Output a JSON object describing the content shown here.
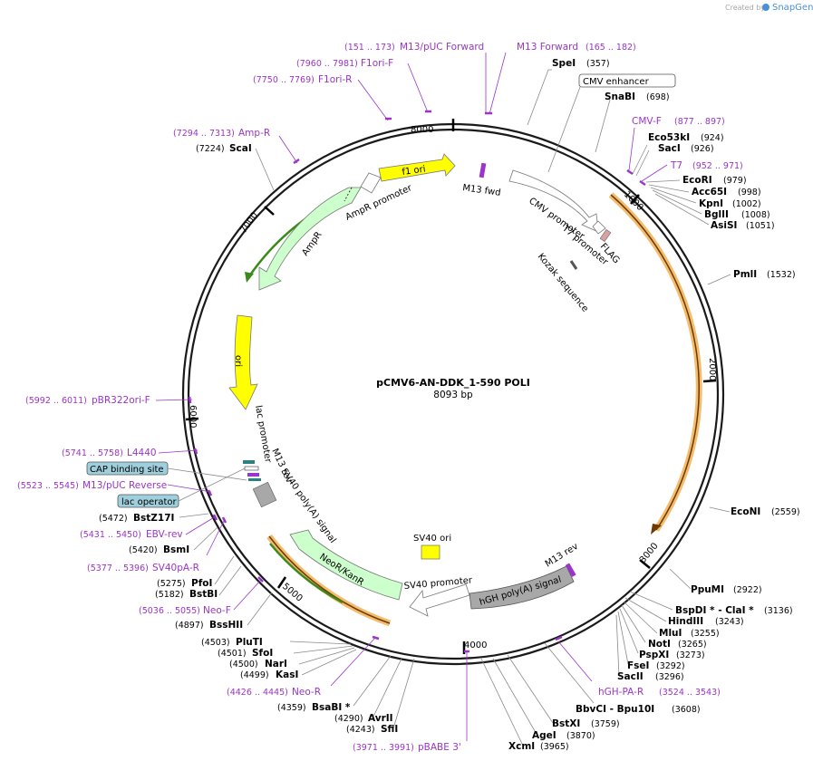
{
  "credit": {
    "created_by": "Created by",
    "brand": "SnapGene"
  },
  "map": {
    "title": "pCMV6-AN-DDK_1-590 POLI",
    "length_label": "8093 bp"
  },
  "ticks": [
    "1000",
    "2000",
    "3000",
    "4000",
    "5000",
    "6000",
    "7000",
    "8000"
  ],
  "features": {
    "cmv_enhancer": "CMV enhancer",
    "cmv_promoter": "CMV promoter",
    "t7_promoter": "T7 promoter",
    "flag": "FLAG",
    "kozak": "Kozak sequence",
    "m13_fwd": "M13 fwd",
    "f1_ori": "f1 ori",
    "ampr_promoter": "AmpR promoter",
    "ampr": "AmpR",
    "ori": "ori",
    "lac_promoter": "lac promoter",
    "m13_rev_left": "M13 rev",
    "sv40_polya": "SV40 poly(A) signal",
    "cap_site": "CAP binding site",
    "lac_operator": "lac operator",
    "neokan": "NeoR/KanR",
    "sv40_promoter": "SV40 promoter",
    "sv40_ori": "SV40 ori",
    "hgh_polya": "hGH poly(A) signal",
    "m13_rev_right": "M13 rev"
  },
  "sites": [
    {
      "name": "SpeI",
      "pos": "(357)"
    },
    {
      "name": "SnaBI",
      "pos": "(698)"
    },
    {
      "name": "Eco53kI",
      "pos": "(924)"
    },
    {
      "name": "SacI",
      "pos": "(926)"
    },
    {
      "name": "EcoRI",
      "pos": "(979)"
    },
    {
      "name": "Acc65I",
      "pos": "(998)"
    },
    {
      "name": "KpnI",
      "pos": "(1002)"
    },
    {
      "name": "BglII",
      "pos": "(1008)"
    },
    {
      "name": "AsiSI",
      "pos": "(1051)"
    },
    {
      "name": "PmlI",
      "pos": "(1532)"
    },
    {
      "name": "EcoNI",
      "pos": "(2559)"
    },
    {
      "name": "PpuMI",
      "pos": "(2922)"
    },
    {
      "name": "BspDI * - ClaI *",
      "pos": "(3136)"
    },
    {
      "name": "HindIII",
      "pos": "(3243)"
    },
    {
      "name": "MluI",
      "pos": "(3255)"
    },
    {
      "name": "NotI",
      "pos": "(3265)"
    },
    {
      "name": "PspXI",
      "pos": "(3273)"
    },
    {
      "name": "FseI",
      "pos": "(3292)"
    },
    {
      "name": "SacII",
      "pos": "(3296)"
    },
    {
      "name": "BbvCI  - Bpu10I",
      "pos": "(3608)"
    },
    {
      "name": "BstXI",
      "pos": "(3759)"
    },
    {
      "name": "AgeI",
      "pos": "(3870)"
    },
    {
      "name": "XcmI",
      "pos": "(3965)"
    },
    {
      "name": "SfiI",
      "pos": "(4243)"
    },
    {
      "name": "AvrII",
      "pos": "(4290)"
    },
    {
      "name": "BsaBI *",
      "pos": "(4359)"
    },
    {
      "name": "KasI",
      "pos": "(4499)"
    },
    {
      "name": "NarI",
      "pos": "(4500)"
    },
    {
      "name": "SfoI",
      "pos": "(4501)"
    },
    {
      "name": "PluTI",
      "pos": "(4503)"
    },
    {
      "name": "BssHII",
      "pos": "(4897)"
    },
    {
      "name": "BstBI",
      "pos": "(5182)"
    },
    {
      "name": "PfoI",
      "pos": "(5275)"
    },
    {
      "name": "BsmI",
      "pos": "(5420)"
    },
    {
      "name": "BstZ17I",
      "pos": "(5472)"
    },
    {
      "name": "ScaI",
      "pos": "(7224)"
    }
  ],
  "primers": [
    {
      "name": "M13/pUC Forward",
      "pos": "(151 .. 173)"
    },
    {
      "name": "M13 Forward",
      "pos": "(165 .. 182)"
    },
    {
      "name": "F1ori-F",
      "pos": "(7960 .. 7981)"
    },
    {
      "name": "F1ori-R",
      "pos": "(7750 .. 7769)"
    },
    {
      "name": "Amp-R",
      "pos": "(7294 .. 7313)"
    },
    {
      "name": "CMV-F",
      "pos": "(877 .. 897)"
    },
    {
      "name": "T7",
      "pos": "(952 .. 971)"
    },
    {
      "name": "pBR322ori-F",
      "pos": "(5992 .. 6011)"
    },
    {
      "name": "L4440",
      "pos": "(5741 .. 5758)"
    },
    {
      "name": "M13/pUC Reverse",
      "pos": "(5523 .. 5545)"
    },
    {
      "name": "EBV-rev",
      "pos": "(5431 .. 5450)"
    },
    {
      "name": "SV40pA-R",
      "pos": "(5377 .. 5396)"
    },
    {
      "name": "Neo-F",
      "pos": "(5036 .. 5055)"
    },
    {
      "name": "Neo-R",
      "pos": "(4426 .. 4445)"
    },
    {
      "name": "pBABE 3'",
      "pos": "(3971 .. 3991)"
    },
    {
      "name": "hGH-PA-R",
      "pos": "(3524 .. 3543)"
    }
  ],
  "colors": {
    "backbone": "#1a1a1a",
    "primer": "#9b34c8",
    "insert": "#f0a030",
    "ori": "#ffff00",
    "resistance": "#ccffcc",
    "promoter": "#ffffff",
    "polya": "#a8a8a8",
    "cap_box": "#9fcfdc"
  }
}
